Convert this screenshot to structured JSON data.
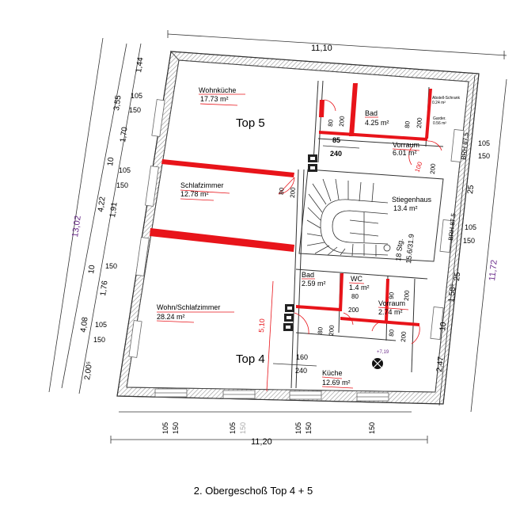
{
  "caption": "2. Obergeschoß Top 4 + 5",
  "units": {
    "top5": "Top 5",
    "top4": "Top 4"
  },
  "rooms": {
    "wohnkueche": {
      "name": "Wohnküche",
      "area": "17.73 m²"
    },
    "bad_top5": {
      "name": "Bad",
      "area": "4.25 m²"
    },
    "abstell": {
      "name": "Abstell-Schrank",
      "area": "0.24 m²"
    },
    "garderobe": {
      "name": "Garder.",
      "area": "0.56 m²"
    },
    "vorraum_top5": {
      "name": "Vorraum",
      "area": "6.01 m²"
    },
    "schlafzimmer": {
      "name": "Schlafzimmer",
      "area": "12.78 m²"
    },
    "stiegenhaus": {
      "name": "Stiegenhaus",
      "area": "13.4 m²"
    },
    "stairs": {
      "label": "18 Stg.",
      "ratio": "15.6/31.9"
    },
    "bad_top4": {
      "name": "Bad",
      "area": "2.59 m²"
    },
    "wc": {
      "name": "WC",
      "area": "1.4 m²"
    },
    "vorraum_top4": {
      "name": "Vorraum",
      "area": "2.74 m²"
    },
    "wohnschlaf": {
      "name": "Wohn/Schlafzimmer",
      "area": "28.24 m²"
    },
    "kueche": {
      "name": "Küche",
      "area": "12.69 m²"
    }
  },
  "dims": {
    "top": "11,10",
    "bottom": "11,20",
    "left_total": "13,02",
    "right_total": "11,72",
    "left_chain": [
      "1,44",
      "3,55",
      "1,70",
      "10",
      "4,22",
      "1,91",
      "10",
      "1,76",
      "4,08",
      "2,00⁵"
    ],
    "left_windows": [
      "105",
      "150",
      "105",
      "150",
      "150",
      "105",
      "150"
    ],
    "right_chain": [
      "25",
      "1,58⁵",
      "25",
      "10",
      "2,47"
    ],
    "right_windows": [
      "105",
      "150",
      "105",
      "150"
    ],
    "right_brh": [
      "BRH 87.5",
      "BRH 87.5"
    ],
    "bottom_windows": [
      "105",
      "150",
      "105",
      "150",
      "105",
      "150",
      "150"
    ],
    "inner": {
      "d85": "85",
      "d240a": "240",
      "d160": "160",
      "d240b": "240",
      "d510": "5,10",
      "door80": "80",
      "door200": "200",
      "door100": "100",
      "door90": "90",
      "height719": "+7,19"
    }
  }
}
